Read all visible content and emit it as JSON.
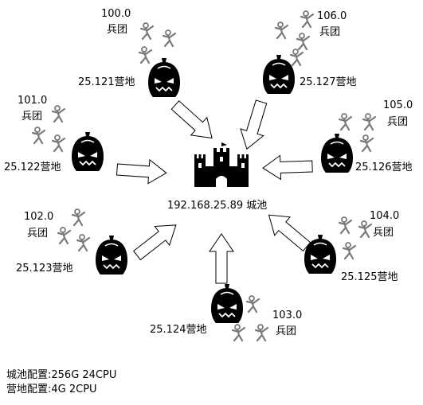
{
  "castle": {
    "label": "192.168.25.89 城池",
    "icon": "castle-icon"
  },
  "camps": [
    {
      "id": "121",
      "camp_label": "25.121营地",
      "troop_value": "100.0",
      "troop_label": "兵团"
    },
    {
      "id": "127",
      "camp_label": "25.127营地",
      "troop_value": "106.0",
      "troop_label": "兵团"
    },
    {
      "id": "122",
      "camp_label": "25.122营地",
      "troop_value": "101.0",
      "troop_label": "兵团"
    },
    {
      "id": "126",
      "camp_label": "25.126营地",
      "troop_value": "105.0",
      "troop_label": "兵团"
    },
    {
      "id": "123",
      "camp_label": "25.123营地",
      "troop_value": "102.0",
      "troop_label": "兵团"
    },
    {
      "id": "125",
      "camp_label": "25.125营地",
      "troop_value": "104.0",
      "troop_label": "兵团"
    },
    {
      "id": "124",
      "camp_label": "25.124营地",
      "troop_value": "103.0",
      "troop_label": "兵团"
    }
  ],
  "legend": {
    "castle_config": "城池配置:256G 24CPU",
    "camp_config": "营地配置:4G 2CPU"
  },
  "icons": {
    "camp": "knight-helmet-icon",
    "troop": "soldier-icon",
    "link": "arrow-icon"
  }
}
